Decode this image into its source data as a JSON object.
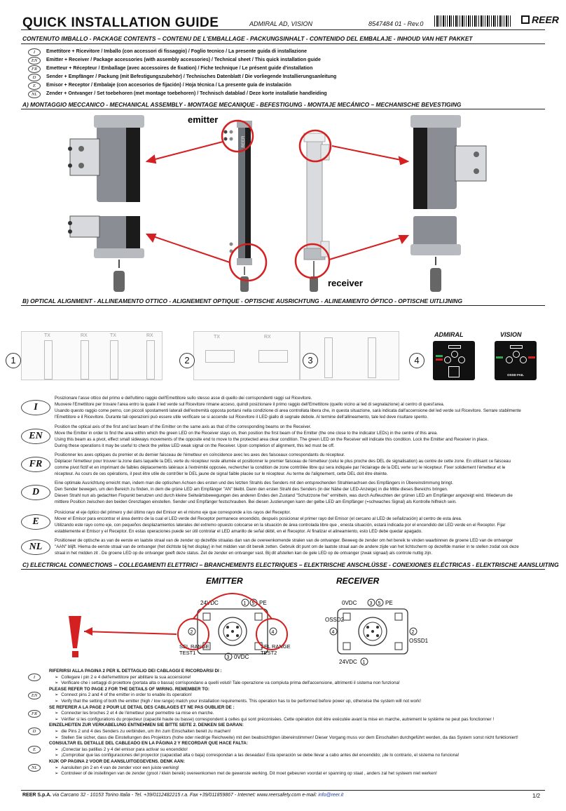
{
  "header": {
    "title": "QUICK INSTALLATION GUIDE",
    "subtitle": "ADMIRAL AD, VISION",
    "doc_code": "8547484  01 - Rev.0",
    "logo": "REER"
  },
  "contents": {
    "heading": "CONTENUTO IMBALLO - PACKAGE CONTENTS – CONTENU DE L'EMBALLAGE - PACKUNGSINHALT - CONTENIDO DEL EMBALAJE - INHOUD VAN HET PAKKET",
    "items": [
      {
        "lang": "I",
        "text": "Emettitore + Ricevitore / Imballo (con accessori di fissaggio) / Foglio tecnico / La presente guida di installazione"
      },
      {
        "lang": "EN",
        "text": "Emitter + Receiver / Package accessories (with assembly accessories) / Technical sheet / This quick installation guide"
      },
      {
        "lang": "FR",
        "text": "Emetteur + Récepteur / Emballage (avec accessoires de fixation) / Fiche technique / Le présent guide d'installation"
      },
      {
        "lang": "D",
        "text": "Sender + Empfänger / Packung (mit Befestigungszubehör) / Technisches Datenblatt / Die vorliegende Installierungsanleitung"
      },
      {
        "lang": "E",
        "text": "Emisor + Receptor / Embalaje (con accesorios de fijación) / Hoja técnica / La presente guía de instalación"
      },
      {
        "lang": "NL",
        "text": "Zender + Ontvanger / Set toebehoren (met montage toebehoren) / Technisch datablad / Deze korte installatie handleiding"
      }
    ]
  },
  "mechanical": {
    "heading": "A) MONTAGGIO MECCANICO - MECHANICAL ASSEMBLY - MONTAGE MECANIQUE - BEFESTIGUNG - MONTAJE MECÁNICO – MECHANISCHE BEVESTIGING",
    "emitter_label": "emitter",
    "receiver_label": "receiver",
    "bar_logo": "REER"
  },
  "optical": {
    "heading": "B) OPTICAL ALIGNMENT - ALLINEAMENTO OTTICO - ALIGNEMENT OPTIQUE - OPTISCHE AUSRICHTUNG - ALINEAMIENTO ÓPTICO - OPTISCHE UITLIJNING",
    "steps": [
      "1",
      "2",
      "3",
      "4"
    ],
    "tx": "TX",
    "rx": "RX",
    "admiral": "ADMIRAL",
    "vision": "VISION",
    "ossd_fail": "OSSD FAIL",
    "paragraphs": [
      {
        "lang": "I",
        "lines": [
          "Posizionare l'asse ottico del primo e dell'ultimo raggio dell'Emettitore sullo stesso asse di quello dei corrispondenti raggi sul Ricevitore.",
          "Muovere l'Emettitore per trovare l'area entro la quale il led verde sul Ricevitore rimane acceso, quindi posizionare il primo raggio dell'Emettitore (quello vicino ai led di segnalazione) al centro di quest'area.",
          "Usando questo raggio come perno, con piccoli spostamenti laterali dell'estremità opposta portarsi nella condizione di area controllata libera che, in questa situazione, sarà indicata dall'accensione del led verde sul Ricevitore. Serrare stabilmente",
          "l'Emettitore e il Ricevitore. Durante tali operazioni può essere utile verificare se si accende sul Ricevitore il LED giallo di segnale debole. Al termine dell'allineamento, tale led deve risultare spento."
        ]
      },
      {
        "lang": "EN",
        "lines": [
          "Position the optical axis of the first and last beam of the Emitter on the same axis as that of the corresponding beams on the Receiver.",
          "Move the Emitter in order to find the area within which the green LED on the Receiver stays on, then position the first beam of the Emitter (the one close to the indicator LEDs) in the centre of this area.",
          "Using this beam as a pivot, effect small sideways movements of the opposite end to move to the protected area clear condition. The green LED on the Receiver will indicate this condition. Lock the Emitter and Receiver in place.",
          "During these operations it may be useful to check the yellow LED  weak signal on the Receiver. Upon completion of alignment, this led must be off."
        ]
      },
      {
        "lang": "FR",
        "lines": [
          "Positionner les axes optiques du premier et du dernier faisceau de l'émetteur en coïncidence avec les axes des faisceaux correspondants du récepteur.",
          "Déplacer l'émetteur pour trouver la zone dans laquelle la DEL verte du récepteur reste allumée et positionner le premier faisceau de l'émetteur (celui le plus proche des DEL de signalisation) au centre de cette zone.   En utilisant ce faisceau",
          "comme pivot fictif et en imprimant de faibles déplacements latéraux à l'extrémité opposée, rechercher la condition de zone contrôlée libre qui sera indiquée par l'éclairage de la DEL verte sur le récepteur. Fixer solidement l'émetteur et le",
          "récepteur.  Au cours de ces opérations, il peut être utile de contrôler le DEL jaune de signal faible  placée sur le récepteur. Au terme de l'alignement, cette DEL doit être éteinte."
        ]
      },
      {
        "lang": "D",
        "lines": [
          "Eine optimale Ausrichtung erreicht man, indem man die optischen Achsen des ersten und des letzten Strahls des Senders mit den entsprechenden Strahlenachsen des Empfängers in Übereinstimmung bringt.",
          "Den Sender bewegen, um den Bereich zu finden, in dem die grüne LED am Empfänger \"AN\" bleibt. Dann den ersten Strahl des Senders (in der Nähe der LED-Anzeige) in die Mitte dieses Bereichs bringen.",
          "Diesen Strahl nun als gedachten Fixpunkt benutzen und durch kleine Seitwärtsbewegungen des anderen Endes den Zustand \"Schutzzone frei\" ermitteln, was durch Aufleuchten der grünen LED am Empfänger angezeigt wird. Wiederum die",
          "mittlere Position zwischen den beiden Grenzlagen einstellen.  Sender und Empfänger festschrauben.  Bei diesen Justierungen kann der gelbe LED am Empfänger (=schwaches Signal) als Kontrolle hilfreich sein."
        ]
      },
      {
        "lang": "E",
        "lines": [
          "Posicionar el eje óptico del primero y del último rayo del Emisor en el mismo eje que corresponde a los rayos del Receptor.",
          "Mover el Emisor para encontrar el área dentro de la cual el LED verde del Receptor permanece encendido, después posicionar el primer rayo del Emisor (el cercano al LED de señalización) al centro de esta área.",
          "Utilizando este rayo como eje, con pequeños desplazamientos laterales del extremo opuesto colocarse en la situación de área controlada libre que , enesta situación, estará indicada por el encendido del LED verde en el Receptor. Fijar",
          "establemente el Emisor y el Receptor. En estas operaciones puede ser útil controlar el LED amarillo de señal débil, en el Receptor. Al finalizar el alineamiento, esto LED debe quedar apagado."
        ]
      },
      {
        "lang": "NL",
        "lines": [
          "Positioneer de optische as van de eerste en laatste straal van de zender op dezelfde straalas dan van de overeenkomende stralen van de ontvanger. Beweeg de zender om het bereik te vinden waarbinnen de groene LED van de ontvanger",
          "\"AAN\" blijft. Hiema de eerste straal van de ontvanger (het dichtste bij het display) in het midden van dit bereik zetten. Gebruik dit punt om de laatste straal aan de andere zijde van het lichtscherm op dezelfde manier in te stellen zodat ook deze",
          "straal in het midden zit . De groene LED op de ontvanger geeft deze status. Zet de zender en ontvanger vast. Bij dit afstellen kan de gele LED op de ontvanger (zwak signaal) als controle nuttig zijn."
        ]
      }
    ]
  },
  "electrical": {
    "heading": "C) ELECTRICAL CONNECTIONS – COLLEGAMENTI ELETTRICI – BRANCHEMENTS ELECTRIQUES – ELEKTRISCHE ANSCHLÜSSE - CONEXIONES ELÉCTRICAS - ELEKTRISCHE AANSLUITING",
    "emitter": {
      "title": "EMITTER",
      "pins": [
        "1",
        "2",
        "3",
        "4",
        "5"
      ],
      "labels": [
        "24VDC",
        "PE",
        "SEL RANGE",
        "TEST1",
        "0VDC",
        "SEL RANGE",
        "TEST2"
      ]
    },
    "receiver": {
      "title": "RECEIVER",
      "pins": [
        "1",
        "2",
        "3",
        "4",
        "5"
      ],
      "labels": [
        "0VDC",
        "PE",
        "OSSD2",
        "OSSD1",
        "24VDC"
      ]
    },
    "warning_symbol": "!",
    "notes": [
      {
        "lang": "I",
        "heading": "RIFERIRSI ALLA PAGINA 2 PER IL DETTAGLIO DEI CABLAGGI E RICORDARSI DI :",
        "lines": [
          "Collegare i pin 2 e 4 dell'emettitore per abilitare la sua accensione!",
          "Verificare che i settaggi di proiettore (portata alta o bassa) corrispondano a quelli voluti! Tale operazione va compiuta prima dell'accensione, altrimenti il sistema non funziona!"
        ]
      },
      {
        "lang": "EN",
        "heading": "PLEASE REFER TO PAGE 2 FOR THE DETAILS OF WIRING. REMEMBER TO:",
        "lines": [
          "Connect pins 2 and 4 of the emitter in order to enable its operation!",
          "Verify that the setting of both the emitter (high / low range) match your installation requirements. This operation has to be performed before power up, otherwise the system will not work!"
        ]
      },
      {
        "lang": "FR",
        "heading": "SE REFERER A LA PAGE 2  POUR LE DETAIL DES CABLAGES ET NE PAS OUBLIER DE :",
        "lines": [
          "Connecter les broches 2 et 4 de l'émetteur pour permettre sa mise en marche.",
          "Vérifier si les configurations du projecteur (capacité haute ou basse) correspondent à celles qui sont préconisées. Cette opération doit être exécutée avant la mise en marche, autrement le système ne peut pas fonctionner !"
        ]
      },
      {
        "lang": "D",
        "heading": "EINZELHEITEN ZUR VERKABELUNG ENTNEHMEN SIE BITTE SEITE 2. DENKEN SIE DARAN:",
        "lines": [
          "die Pins 2 und 4 des Senders zu verbinden, um ihn zum Einschalten bereit zu machen!",
          "Stellen Sie sicher, dass die Einstellungen des Projektors (hohe oder niedrige Reichweite) mit den beabsichtigten übereinstimmen! Dieser Vorgang muss vor dem Einschalten durchgeführt werden, da das System sonst nicht funktioniert!"
        ]
      },
      {
        "lang": "E",
        "heading": "CONSULTAR EL DETALLE DEL CABLEADO EN LA PÁGINA 2 Y RECORDAR QUE HACE FALTA:",
        "lines": [
          "¡Conectar las patillas 2 y 4 del emisor para activar su encendido!",
          "¡Comprobar que las configuraciones del proyector (capacidad alta o baja) correspondan a las deseadas! Esta operación se debe llevar a cabo antes del encendido; ¡de lo contrario, el sistema no funciona!"
        ]
      },
      {
        "lang": "NL",
        "heading": "KIJK OP PAGINA 2 VOOR DE AANSLUITGEGEVENS. DENK AAN:",
        "lines": [
          "Aansluiten pin 2 en 4 van de zender voor een juiste werking!",
          "Controleer of de instellingen van de zender (groot / klein bereik) overeenkomen met de gewenste werking. Dit moet gebeuren voordat er spanning op staat , anders  zal het systeem niet werken!"
        ]
      }
    ]
  },
  "footer": {
    "company": "REER S.p.A.",
    "address": " via Carcano 32 - 10153 Torino Italia - Tel. +39/0112482215 r.a. Fax +39/011859867 - Internet: www.reersafety.com e-mail: ",
    "email": "info@reer.it",
    "page": "1/2"
  },
  "colors": {
    "red": "#d42020",
    "green": "#2fa84f",
    "device_bg": "#111111",
    "sensor_bar": "#6d7178"
  }
}
